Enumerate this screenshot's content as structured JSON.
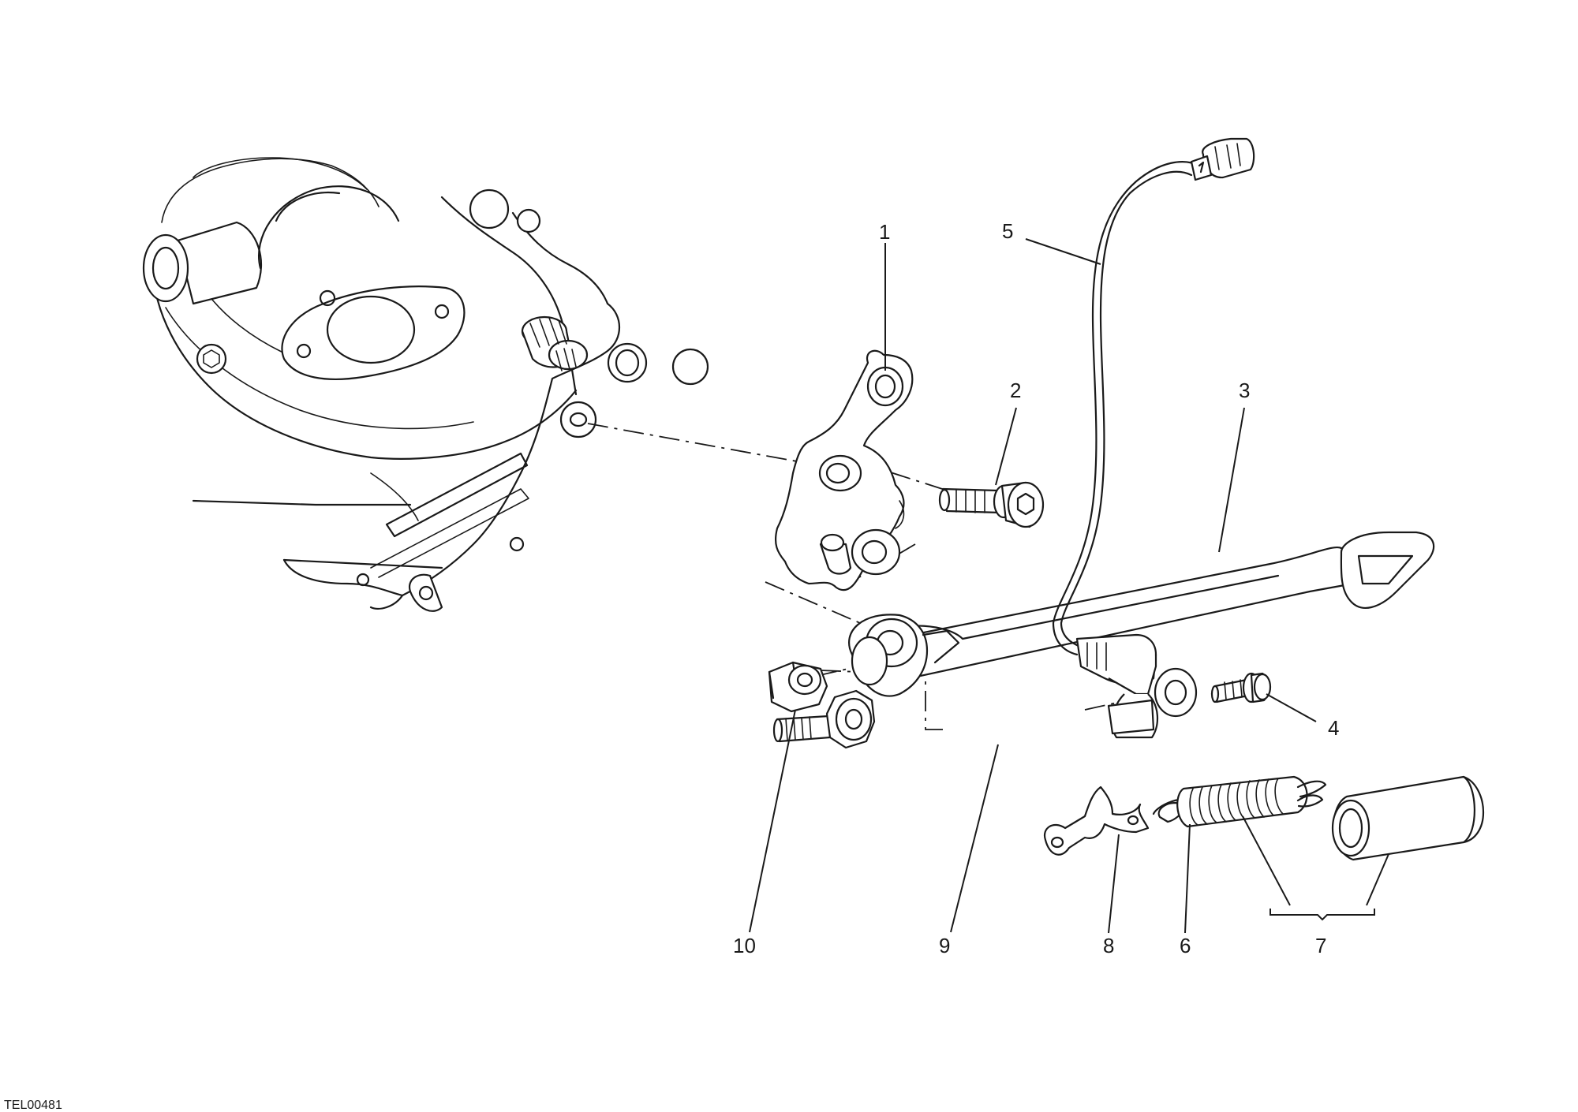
{
  "drawing_code": "TEL00481",
  "callouts": [
    "1",
    "2",
    "3",
    "4",
    "5",
    "6",
    "7",
    "8",
    "9",
    "10"
  ]
}
